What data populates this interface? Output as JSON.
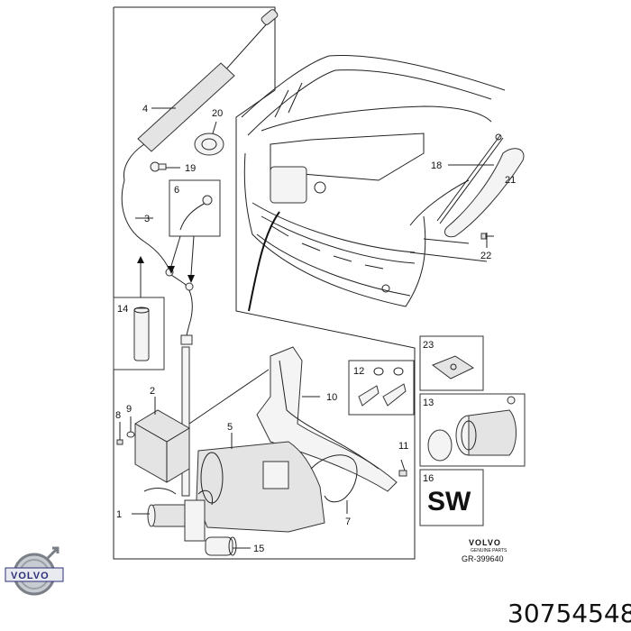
{
  "diagram": {
    "callouts": {
      "c1": "1",
      "c2": "2",
      "c3": "3",
      "c4": "4",
      "c5": "5",
      "c6": "6",
      "c7": "7",
      "c8": "8",
      "c9": "9",
      "c10": "10",
      "c11": "11",
      "c12": "12",
      "c13": "13",
      "c14": "14",
      "c15": "15",
      "c16": "16",
      "c18": "18",
      "c19": "19",
      "c20": "20",
      "c21": "21",
      "c22": "22",
      "c23": "23"
    },
    "sw_label": "SW",
    "brand": "VOLVO",
    "brand_sub": "GENUINE PARTS",
    "diagram_ref": "GR-399640"
  },
  "logo_text": "VOLVO",
  "part_number": "30754548"
}
